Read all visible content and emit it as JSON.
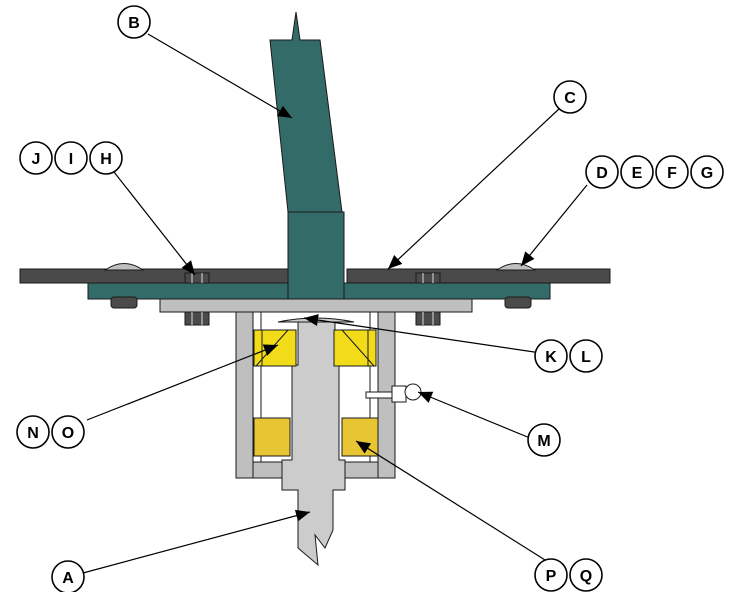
{
  "colors": {
    "shaft_green": "#336b68",
    "deck_dark": "#4a4a4a",
    "metal_gray": "#bfbfbf",
    "bearing_yellow": "#e8c533",
    "bearing_yellow_light": "#f2dc1a",
    "spindle_gray": "#cccccc",
    "outline": "#1a1a1a",
    "callout_ring": "#000000"
  },
  "callouts": {
    "A": "A",
    "B": "B",
    "C": "C",
    "D": "D",
    "E": "E",
    "F": "F",
    "G": "G",
    "H": "H",
    "I": "I",
    "J": "J",
    "K": "K",
    "L": "L",
    "M": "M",
    "N": "N",
    "O": "O",
    "P": "P",
    "Q": "Q"
  }
}
